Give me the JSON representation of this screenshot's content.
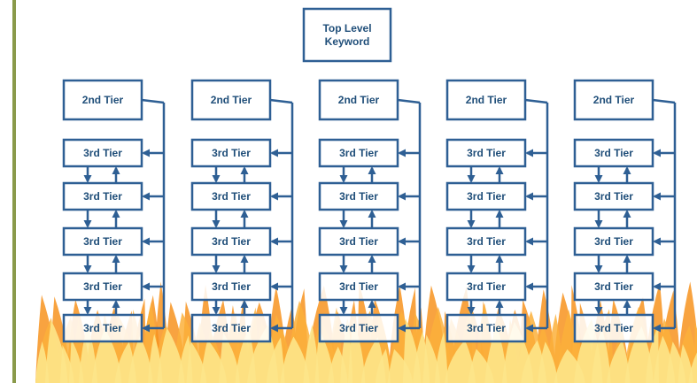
{
  "diagram": {
    "top": {
      "lines": [
        "Top Level",
        "Keyword"
      ]
    },
    "columns": [
      {
        "tier2": "2nd Tier",
        "tier3": [
          "3rd Tier",
          "3rd Tier",
          "3rd Tier",
          "3rd Tier",
          "3rd Tier"
        ]
      },
      {
        "tier2": "2nd Tier",
        "tier3": [
          "3rd Tier",
          "3rd Tier",
          "3rd Tier",
          "3rd Tier",
          "3rd Tier"
        ]
      },
      {
        "tier2": "2nd Tier",
        "tier3": [
          "3rd Tier",
          "3rd Tier",
          "3rd Tier",
          "3rd Tier",
          "3rd Tier"
        ]
      },
      {
        "tier2": "2nd Tier",
        "tier3": [
          "3rd Tier",
          "3rd Tier",
          "3rd Tier",
          "3rd Tier",
          "3rd Tier"
        ]
      },
      {
        "tier2": "2nd Tier",
        "tier3": [
          "3rd Tier",
          "3rd Tier",
          "3rd Tier",
          "3rd Tier",
          "3rd Tier"
        ]
      }
    ]
  },
  "colors": {
    "line": "#2e5f94",
    "text": "#1f4e79",
    "box_fill": "#ffffff",
    "rule": "#8a9a4a",
    "flame_outer": "#f7931e",
    "flame_mid": "#fbb03b",
    "flame_inner": "#fde68a"
  }
}
